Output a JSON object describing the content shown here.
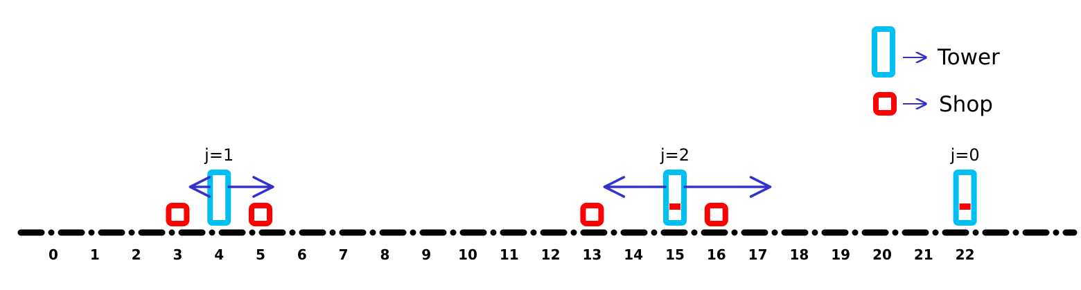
{
  "axis": {
    "ticks": [
      "0",
      "1",
      "2",
      "3",
      "4",
      "5",
      "6",
      "7",
      "8",
      "9",
      "10",
      "11",
      "12",
      "13",
      "14",
      "15",
      "16",
      "17",
      "18",
      "19",
      "20",
      "21",
      "22"
    ]
  },
  "legend": {
    "tower_label": "Tower",
    "shop_label": "Shop"
  },
  "shops": [
    3,
    5,
    13,
    16
  ],
  "towers": [
    {
      "position": 4,
      "label": "j=1",
      "range": 1,
      "marked": false
    },
    {
      "position": 15,
      "label": "j=2",
      "range": 2,
      "marked": true
    },
    {
      "position": 22,
      "label": "j=0",
      "range": 0,
      "marked": true
    }
  ],
  "colors": {
    "tower": "#00bff3",
    "shop": "#ff0000",
    "arrow": "#3333cc",
    "line": "#000000",
    "text": "#000000"
  }
}
